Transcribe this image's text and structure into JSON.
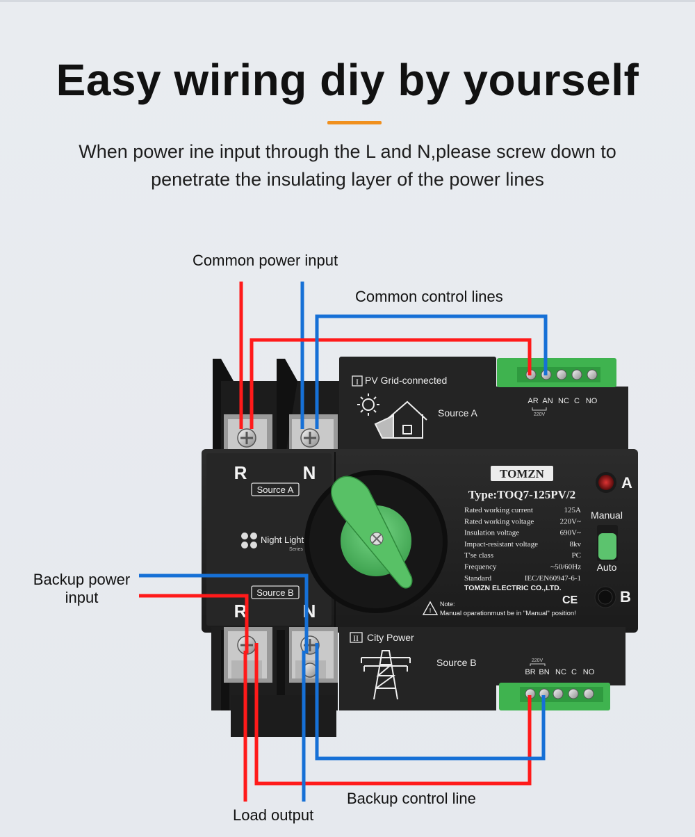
{
  "header": {
    "title": "Easy wiring diy by yourself",
    "subtitle_line1": "When power ine input through the L and N,please screw down to",
    "subtitle_line2": "penetrate the insulating layer of the power lines"
  },
  "callouts": {
    "common_power_input": "Common power input",
    "common_control_lines": "Common control lines",
    "backup_power_input": "Backup power\ninput",
    "backup_control_line": "Backup control line",
    "load_output": "Load output"
  },
  "device": {
    "brand": "TOMZN",
    "type": "Type:TOQ7-125PV/2",
    "specs": [
      {
        "label": "Rated working current",
        "value": "125A"
      },
      {
        "label": "Rated working voltage",
        "value": "220V~"
      },
      {
        "label": "Insulation voltage",
        "value": "690V~"
      },
      {
        "label": "Impact-resistant voltage",
        "value": "8kv"
      },
      {
        "label": "T'se class",
        "value": "PC"
      },
      {
        "label": "Frequency",
        "value": "~50/60Hz"
      },
      {
        "label": "Standard",
        "value": "IEC/EN60947-6-1"
      }
    ],
    "company": "TOMZN ELECTRIC CO.,LTD.",
    "ce_mark": "CE",
    "note_title": "Note:",
    "note_text": "Manual oparationmust be in \"Manual\" position!",
    "terminal_r_top": "R",
    "terminal_n_top": "N",
    "terminal_r_bottom": "R",
    "terminal_n_bottom": "N",
    "source_a_tag": "Source A",
    "source_b_tag": "Source B",
    "night_light": "Night Light",
    "series": "Series",
    "indicator_a": "A",
    "indicator_b": "B",
    "manual": "Manual",
    "auto": "Auto",
    "section_a_numeral": "I",
    "section_a_title": "PV Grid-connected",
    "source_a_label": "Source A",
    "section_b_numeral": "II",
    "section_b_title": "City Power",
    "source_b_label": "Source B",
    "top_terminals": [
      "AR",
      "AN",
      "NC",
      "C",
      "NO"
    ],
    "bottom_terminals": [
      "BR",
      "BN",
      "NC",
      "C",
      "NO"
    ],
    "voltage_tag": "220V"
  },
  "colors": {
    "wire_red": "#ff1a1a",
    "wire_blue": "#1670d6",
    "accent_orange": "#f0901e",
    "switch_green": "#5cc36e",
    "device_black": "#232323"
  }
}
